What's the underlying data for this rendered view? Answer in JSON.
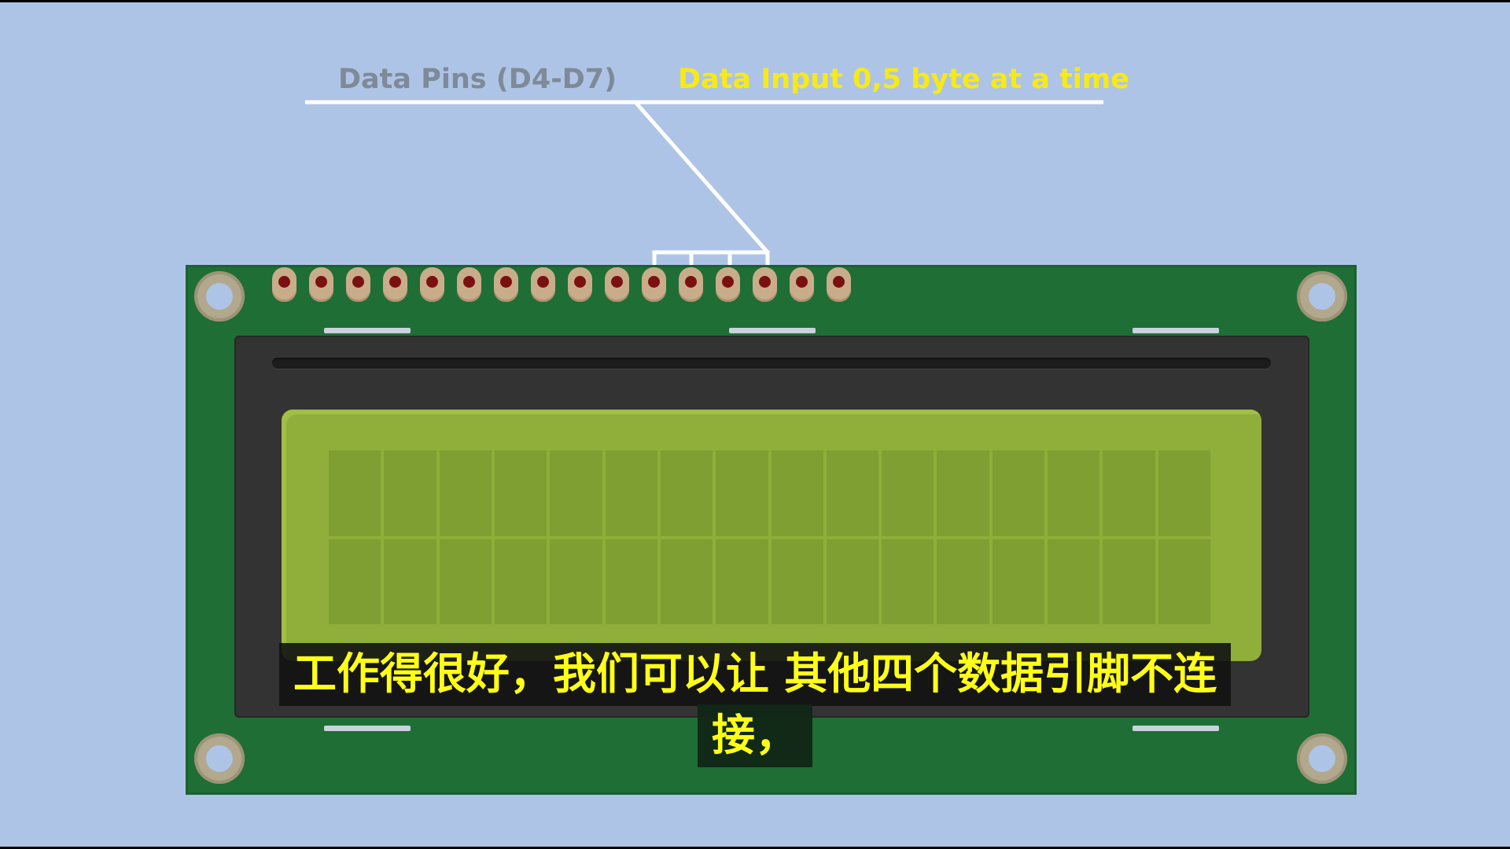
{
  "annotation": {
    "left_label": "Data Pins (D4-D7)",
    "right_label": "Data Input 0,5 byte at a time",
    "left_label_color": "#7e8a98",
    "right_label_color": "#f7ea16"
  },
  "lcd": {
    "pin_count": 16,
    "highlighted_pins": [
      11,
      12,
      13,
      14
    ],
    "columns": 16,
    "rows": 2,
    "pcb_color": "#1f6e35",
    "screen_color": "#8fae3a"
  },
  "subtitle": {
    "line1": "工作得很好，我们可以让 其他四个数据引脚不连",
    "line2": "接，",
    "color": "#ffff18"
  }
}
